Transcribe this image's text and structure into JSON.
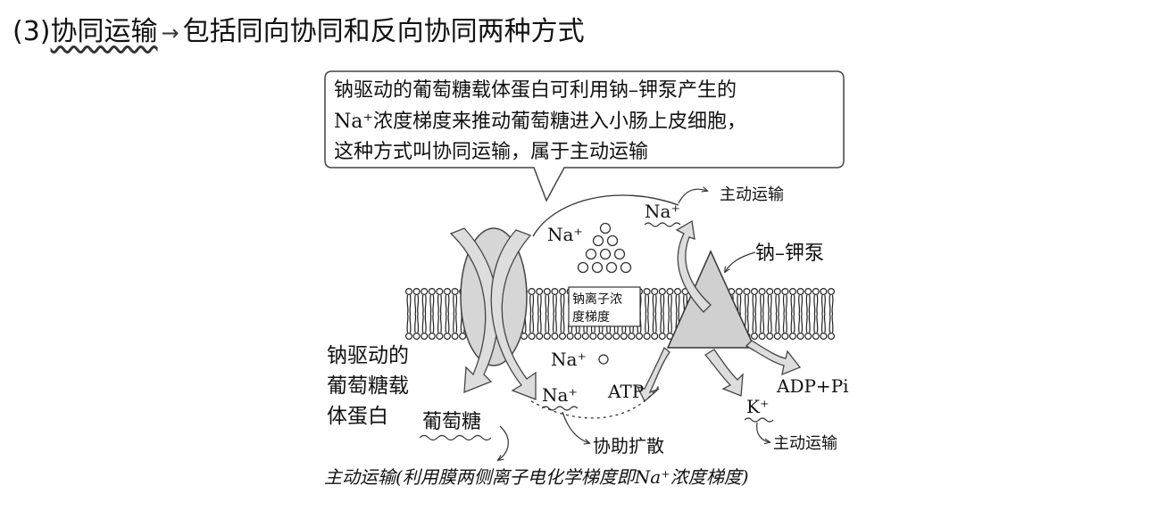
{
  "heading": {
    "number": "(3)",
    "topic": "协同运输",
    "arrow": "→",
    "description": "包括同向协同和反向协同两种方式"
  },
  "callout": {
    "lines": [
      "钠驱动的葡萄糖载体蛋白可利用钠–钾泵产生的",
      "Na⁺浓度梯度来推动葡萄糖进入小肠上皮细胞，",
      "这种方式叫协同运输，属于主动运输"
    ]
  },
  "labels": {
    "na_top_right": "Na⁺",
    "active_top": "主动运输",
    "na_upper": "Na⁺",
    "pump": "钠–钾泵",
    "gradient_line1": "钠离子浓",
    "gradient_line2": "度梯度",
    "na_mid": "Na⁺",
    "carrier_line1": "钠驱动的",
    "carrier_line2": "葡萄糖载",
    "carrier_line3": "体蛋白",
    "na_lower": "Na⁺",
    "atp": "ATP",
    "adp": "ADP+Pi",
    "k": "K⁺",
    "glucose": "葡萄糖",
    "facilitated": "协助扩散",
    "active_right": "主动运输",
    "bottom_note": "主动运输(利用膜两侧离子电化学梯度即Na⁺浓度梯度)"
  }
}
